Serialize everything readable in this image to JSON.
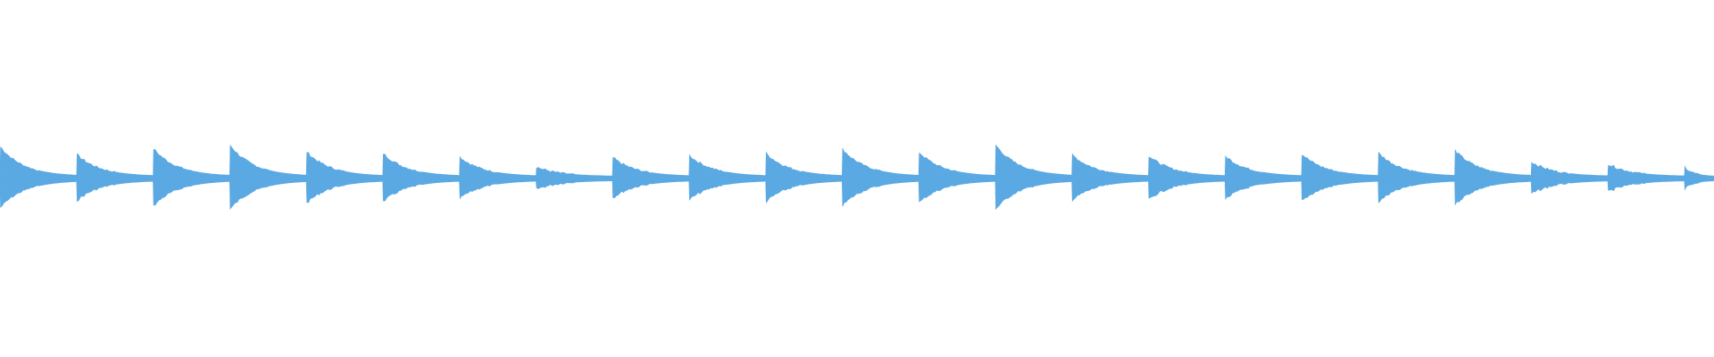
{
  "waveform": {
    "color": "#5aa9e3",
    "background": "#ffffff",
    "note_count": 23,
    "notes": [
      {
        "onset": 0.0,
        "peak": 0.82
      },
      {
        "onset": 0.0447,
        "peak": 0.6
      },
      {
        "onset": 0.0893,
        "peak": 0.77
      },
      {
        "onset": 0.134,
        "peak": 0.87
      },
      {
        "onset": 0.1787,
        "peak": 0.68
      },
      {
        "onset": 0.2233,
        "peak": 0.64
      },
      {
        "onset": 0.268,
        "peak": 0.54
      },
      {
        "onset": 0.3127,
        "peak": 0.26
      },
      {
        "onset": 0.3573,
        "peak": 0.52
      },
      {
        "onset": 0.402,
        "peak": 0.58
      },
      {
        "onset": 0.4467,
        "peak": 0.64
      },
      {
        "onset": 0.4913,
        "peak": 0.76
      },
      {
        "onset": 0.536,
        "peak": 0.67
      },
      {
        "onset": 0.5807,
        "peak": 0.87
      },
      {
        "onset": 0.6253,
        "peak": 0.6
      },
      {
        "onset": 0.67,
        "peak": 0.57
      },
      {
        "onset": 0.7147,
        "peak": 0.56
      },
      {
        "onset": 0.7593,
        "peak": 0.62
      },
      {
        "onset": 0.804,
        "peak": 0.65
      },
      {
        "onset": 0.8487,
        "peak": 0.72
      },
      {
        "onset": 0.8933,
        "peak": 0.4
      },
      {
        "onset": 0.938,
        "peak": 0.34
      },
      {
        "onset": 0.9827,
        "peak": 0.26
      }
    ]
  }
}
